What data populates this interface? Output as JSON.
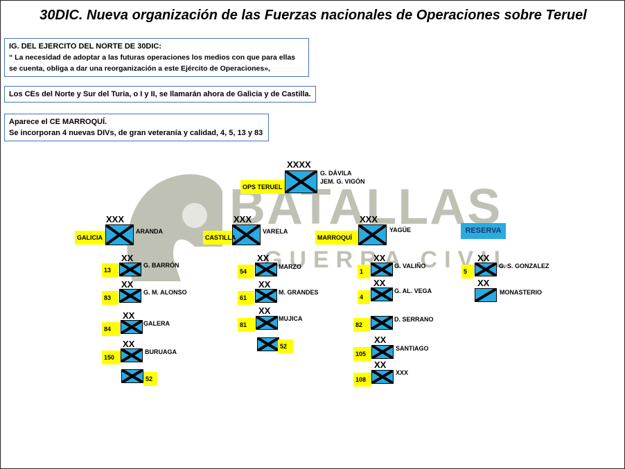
{
  "title": "30DIC. Nueva organización de las Fuerzas nacionales de Operaciones sobre Teruel",
  "textboxes": {
    "ig": {
      "line1": "IG. DEL EJERCITO DEL NORTE DE 30DIC:",
      "line2": "“ La necesidad de adoptar a las futuras operaciones los medios con que para ellas",
      "line3": "se cuenta, obliga a dar una reorganización a este Ejército de Operaciones»,"
    },
    "ces": {
      "line1": "Los CEs del  Norte y Sur del Turia, o I y II, se llamarán ahora de Galicia y de Castilla."
    },
    "marroqui": {
      "line1": "Aparece el CE MARROQUÍ.",
      "line2": "Se incorporan 4 nuevas DIVs, de gran veteranía y calidad, 4, 5, 13 y 83"
    }
  },
  "watermark": {
    "word1": "BATALLAS",
    "word2": "GUERRA CIVIL"
  },
  "echelons": {
    "army": "XXXX",
    "corps": "XXX",
    "division": "XX"
  },
  "army": {
    "tag": "OPS TERUEL",
    "commander": "G. DÁVILA",
    "chief": "JEM. G. VIGÓN"
  },
  "corps": [
    {
      "tag": "GALICIA",
      "commander": "ARANDA"
    },
    {
      "tag": "CASTILLA",
      "commander": "VARELA"
    },
    {
      "tag": "MARROQUÍ",
      "commander": "YAGÜE"
    }
  ],
  "reserva": "RESERVA",
  "divisions": {
    "galicia": [
      {
        "num": "13",
        "commander": "G. BARRÓN"
      },
      {
        "num": "83",
        "commander": "G. M. ALONSO"
      },
      {
        "num": "84",
        "commander": "GALERA"
      },
      {
        "num": "150",
        "commander": "BURUAGA"
      },
      {
        "num": "52",
        "commander": ""
      }
    ],
    "castilla": [
      {
        "num": "54",
        "commander": "MARZO"
      },
      {
        "num": "61",
        "commander": "M. GRANDES"
      },
      {
        "num": "81",
        "commander": "MUJICA"
      },
      {
        "num": "52",
        "commander": ""
      }
    ],
    "marroqui": [
      {
        "num": "1",
        "commander": "G. VALIÑO"
      },
      {
        "num": "4",
        "commander": "G. AL. VEGA"
      },
      {
        "num": "82",
        "commander": "D. SERRANO"
      },
      {
        "num": "105",
        "commander": "SANTIAGO"
      },
      {
        "num": "108",
        "commander": "XXX"
      }
    ],
    "reserva": [
      {
        "num": "5",
        "commander": "G. S. GONZALEZ"
      },
      {
        "num": "",
        "commander": "MONASTERIO"
      }
    ]
  }
}
